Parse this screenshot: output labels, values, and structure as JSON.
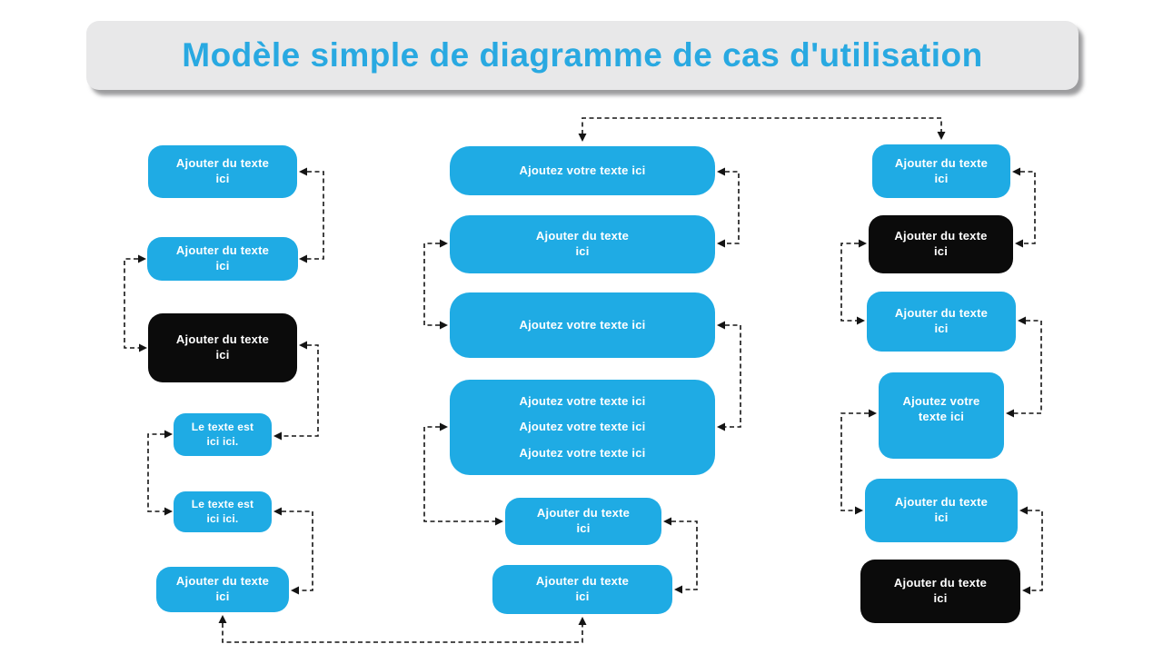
{
  "title": "Modèle simple de diagramme de cas d'utilisation",
  "colors": {
    "accent_blue": "#1FABE4",
    "node_black": "#0B0B0B",
    "title_bg": "#E8E8E9",
    "title_text": "#29A9E1",
    "connector": "#141414",
    "background": "#FFFFFF"
  },
  "nodes": {
    "l1": {
      "label": "Ajouter du texte\nici",
      "variant": "blue"
    },
    "l2": {
      "label": "Ajouter du texte\nici",
      "variant": "blue"
    },
    "l3": {
      "label": "Ajouter du texte\nici",
      "variant": "black"
    },
    "l4": {
      "label": "Le texte est\nici ici.",
      "variant": "blue"
    },
    "l5": {
      "label": "Le texte est\nici ici.",
      "variant": "blue"
    },
    "l6": {
      "label": "Ajouter du texte\nici",
      "variant": "blue"
    },
    "m1": {
      "label": "Ajoutez votre texte ici",
      "variant": "blue"
    },
    "m2": {
      "label": "Ajouter du texte\nici",
      "variant": "blue"
    },
    "m3": {
      "label": "Ajoutez votre texte ici",
      "variant": "blue"
    },
    "m4": {
      "label": "Ajoutez votre texte ici\nAjoutez votre texte ici\nAjoutez votre texte ici",
      "variant": "blue"
    },
    "m5": {
      "label": "Ajouter du texte\nici",
      "variant": "blue"
    },
    "m6": {
      "label": "Ajouter du texte\nici",
      "variant": "blue"
    },
    "r1": {
      "label": "Ajouter du texte\nici",
      "variant": "blue"
    },
    "r2": {
      "label": "Ajouter du texte\nici",
      "variant": "black"
    },
    "r3": {
      "label": "Ajouter du texte\nici",
      "variant": "blue"
    },
    "r4": {
      "label": "Ajoutez votre\ntexte ici",
      "variant": "blue"
    },
    "r5": {
      "label": "Ajouter du texte\nici",
      "variant": "blue"
    },
    "r6": {
      "label": "Ajouter du texte\nici",
      "variant": "black"
    }
  },
  "connectors": [
    {
      "between": [
        "m1",
        "r1"
      ],
      "route": "top",
      "arrows": "into-both"
    },
    {
      "between": [
        "l1",
        "l2"
      ],
      "route": "right",
      "arrows": "into-both"
    },
    {
      "between": [
        "l2",
        "l3"
      ],
      "route": "left",
      "arrows": "into-both"
    },
    {
      "between": [
        "l3",
        "l4"
      ],
      "route": "right",
      "arrows": "into-both"
    },
    {
      "between": [
        "l4",
        "l5"
      ],
      "route": "left",
      "arrows": "into-both"
    },
    {
      "between": [
        "l5",
        "l6"
      ],
      "route": "right",
      "arrows": "into-both"
    },
    {
      "between": [
        "l6",
        "m6"
      ],
      "route": "bottom",
      "arrows": "into-both"
    },
    {
      "between": [
        "m1",
        "m2"
      ],
      "route": "right",
      "arrows": "into-both"
    },
    {
      "between": [
        "m2",
        "m3"
      ],
      "route": "left",
      "arrows": "into-both"
    },
    {
      "between": [
        "m3",
        "m4"
      ],
      "route": "right",
      "arrows": "into-both"
    },
    {
      "between": [
        "m4",
        "m5"
      ],
      "route": "left",
      "arrows": "into-both"
    },
    {
      "between": [
        "m5",
        "m6"
      ],
      "route": "right",
      "arrows": "into-both"
    },
    {
      "between": [
        "r1",
        "r2"
      ],
      "route": "right",
      "arrows": "into-both"
    },
    {
      "between": [
        "r2",
        "r3"
      ],
      "route": "left",
      "arrows": "into-both"
    },
    {
      "between": [
        "r3",
        "r4"
      ],
      "route": "right",
      "arrows": "into-both"
    },
    {
      "between": [
        "r4",
        "r5"
      ],
      "route": "left",
      "arrows": "into-both"
    },
    {
      "between": [
        "r5",
        "r6"
      ],
      "route": "right",
      "arrows": "into-both"
    }
  ]
}
